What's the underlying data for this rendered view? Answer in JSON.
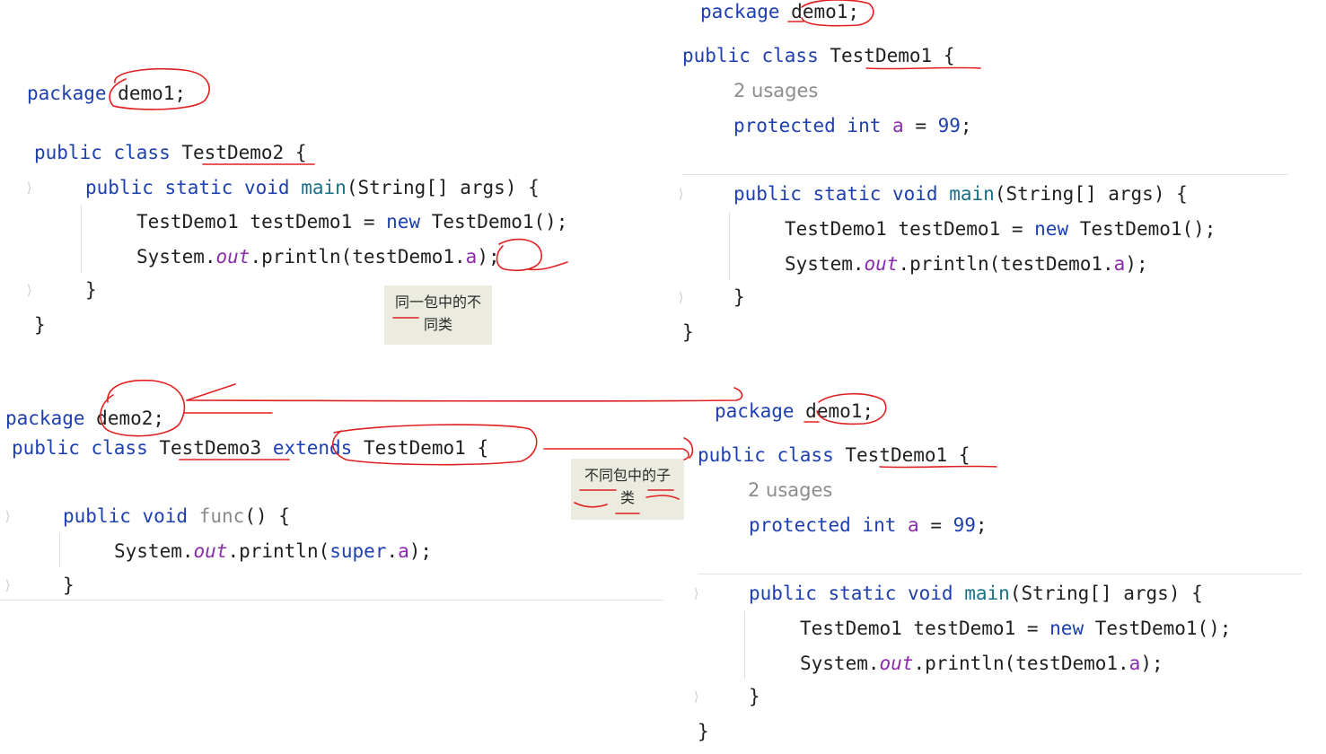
{
  "left_top": {
    "package_kw": "package",
    "package_name": "demo1;",
    "class_kw": "public class",
    "class_name": "TestDemo2",
    "class_open": "{",
    "main_mods": "public static void",
    "main_name": "main",
    "main_params": "(String[] args) {",
    "stmt1_a": "TestDemo1 testDemo1 = ",
    "stmt1_new": "new",
    "stmt1_b": " TestDemo1();",
    "stmt2_a": "System.",
    "stmt2_out": "out",
    "stmt2_b": ".println(testDemo1.",
    "stmt2_a_field": "a",
    "stmt2_c": ");",
    "close_method": "}",
    "close_class": "}"
  },
  "note1": {
    "line1": "同一包中的不",
    "line2": "同类"
  },
  "left_bottom": {
    "package_kw": "package",
    "package_name": "demo2;",
    "class_kw1": "public class",
    "class_name": "TestDemo3",
    "extends_kw": "extends",
    "super_name": "TestDemo1",
    "class_open": "{",
    "func_mods": "public void",
    "func_name": "func",
    "func_params": "() {",
    "stmt_a": "System.",
    "stmt_out": "out",
    "stmt_b": ".println(",
    "stmt_super": "super",
    "stmt_dot": ".",
    "stmt_field": "a",
    "stmt_c": ");",
    "close_method": "}"
  },
  "note2": {
    "line1": "不同包中的子",
    "line2": "类"
  },
  "right_top": {
    "package_kw": "package",
    "package_name": "demo1;",
    "class_kw": "public class",
    "class_name": "TestDemo1",
    "class_open": "{",
    "usages": "2 usages",
    "field_kw": "protected int",
    "field_name": "a",
    "field_eq": " = ",
    "field_val": "99",
    "field_end": ";",
    "main_mods": "public static void",
    "main_name": "main",
    "main_params": "(String[] args) {",
    "stmt1_a": "TestDemo1 testDemo1 = ",
    "stmt1_new": "new",
    "stmt1_b": " TestDemo1();",
    "stmt2_a": "System.",
    "stmt2_out": "out",
    "stmt2_b": ".println(testDemo1.",
    "stmt2_field": "a",
    "stmt2_c": ");",
    "close_method": "}",
    "close_class": "}"
  },
  "right_bottom": {
    "package_kw": "package",
    "package_name": "demo1;",
    "class_kw": "public class",
    "class_name": "TestDemo1",
    "class_open": "{",
    "usages": "2 usages",
    "field_kw": "protected int",
    "field_name": "a",
    "field_eq": " = ",
    "field_val": "99",
    "field_end": ";",
    "main_mods": "public static void",
    "main_name": "main",
    "main_params": "(String[] args) {",
    "stmt1_a": "TestDemo1 testDemo1 = ",
    "stmt1_new": "new",
    "stmt1_b": " TestDemo1();",
    "stmt2_a": "System.",
    "stmt2_out": "out",
    "stmt2_b": ".println(testDemo1.",
    "stmt2_field": "a",
    "stmt2_c": ");",
    "close_method": "}",
    "close_class": "}"
  },
  "colors": {
    "keyword": "#1d3fb0",
    "method": "#1a6f86",
    "field": "#8a2bab",
    "annotation_ink": "#e02020",
    "note_bg": "#ebebdf"
  }
}
